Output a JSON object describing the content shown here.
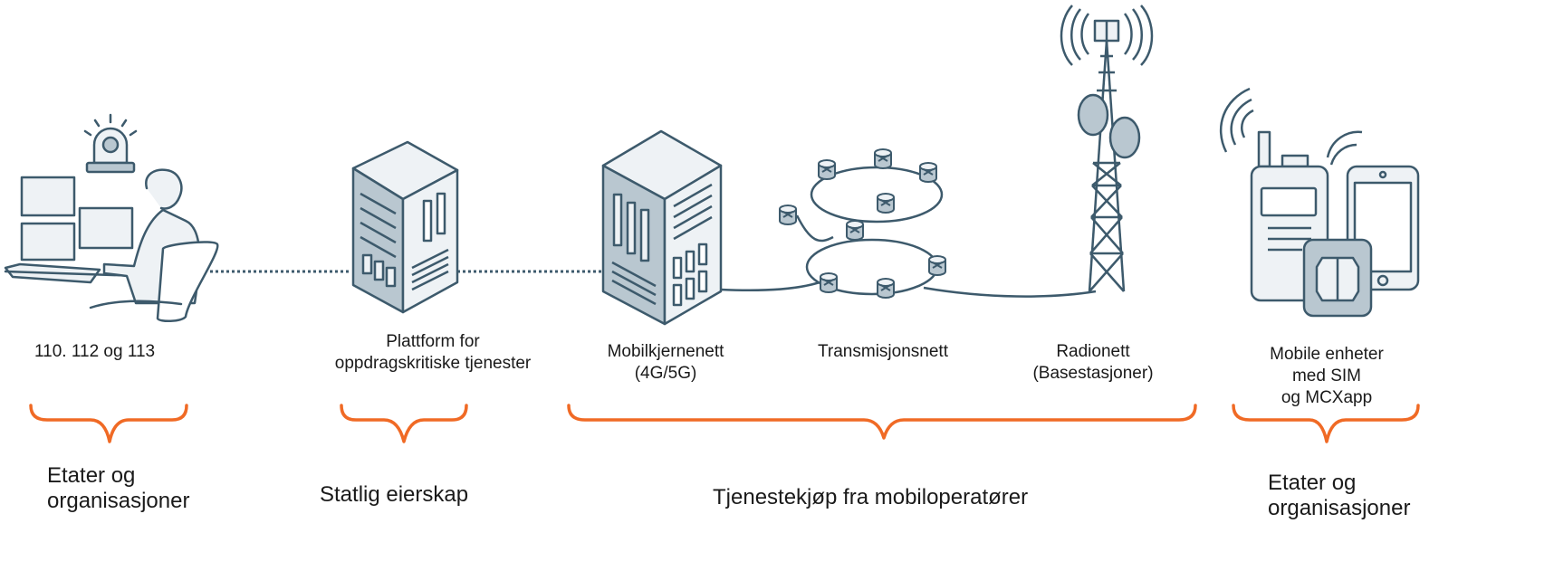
{
  "components": [
    {
      "id": "dispatch",
      "label": "110. 112 og 113",
      "icon": "dispatch-operator-icon"
    },
    {
      "id": "platform",
      "label_lines": [
        "Plattform for",
        "oppdragskritiske tjenester"
      ],
      "icon": "server-tower-icon"
    },
    {
      "id": "core",
      "label_lines": [
        "Mobilkjernenett",
        "(4G/5G)"
      ],
      "icon": "server-tower-icon"
    },
    {
      "id": "transport",
      "label": "Transmisjonsnett",
      "icon": "router-ring-icon"
    },
    {
      "id": "radio",
      "label_lines": [
        "Radionett",
        "(Basestasjoner)"
      ],
      "icon": "cell-tower-icon"
    },
    {
      "id": "devices",
      "label_lines": [
        "Mobile enheter",
        "med SIM",
        "og MCXapp"
      ],
      "icon": "mobile-devices-icon"
    }
  ],
  "groups": [
    {
      "id": "agencies-left",
      "label_lines": [
        "Etater og",
        "organisasjoner"
      ]
    },
    {
      "id": "state",
      "label": "Statlig eierskap"
    },
    {
      "id": "operators",
      "label": "Tjenestekjøp fra mobiloperatører"
    },
    {
      "id": "agencies-right",
      "label_lines": [
        "Etater og",
        "organisasjoner"
      ]
    }
  ],
  "colors": {
    "icon_stroke": "#3d5a6c",
    "icon_fill": "#b9c7d0",
    "icon_light": "#eef2f5",
    "brace": "#f06a25",
    "text": "#1a1a1a"
  }
}
